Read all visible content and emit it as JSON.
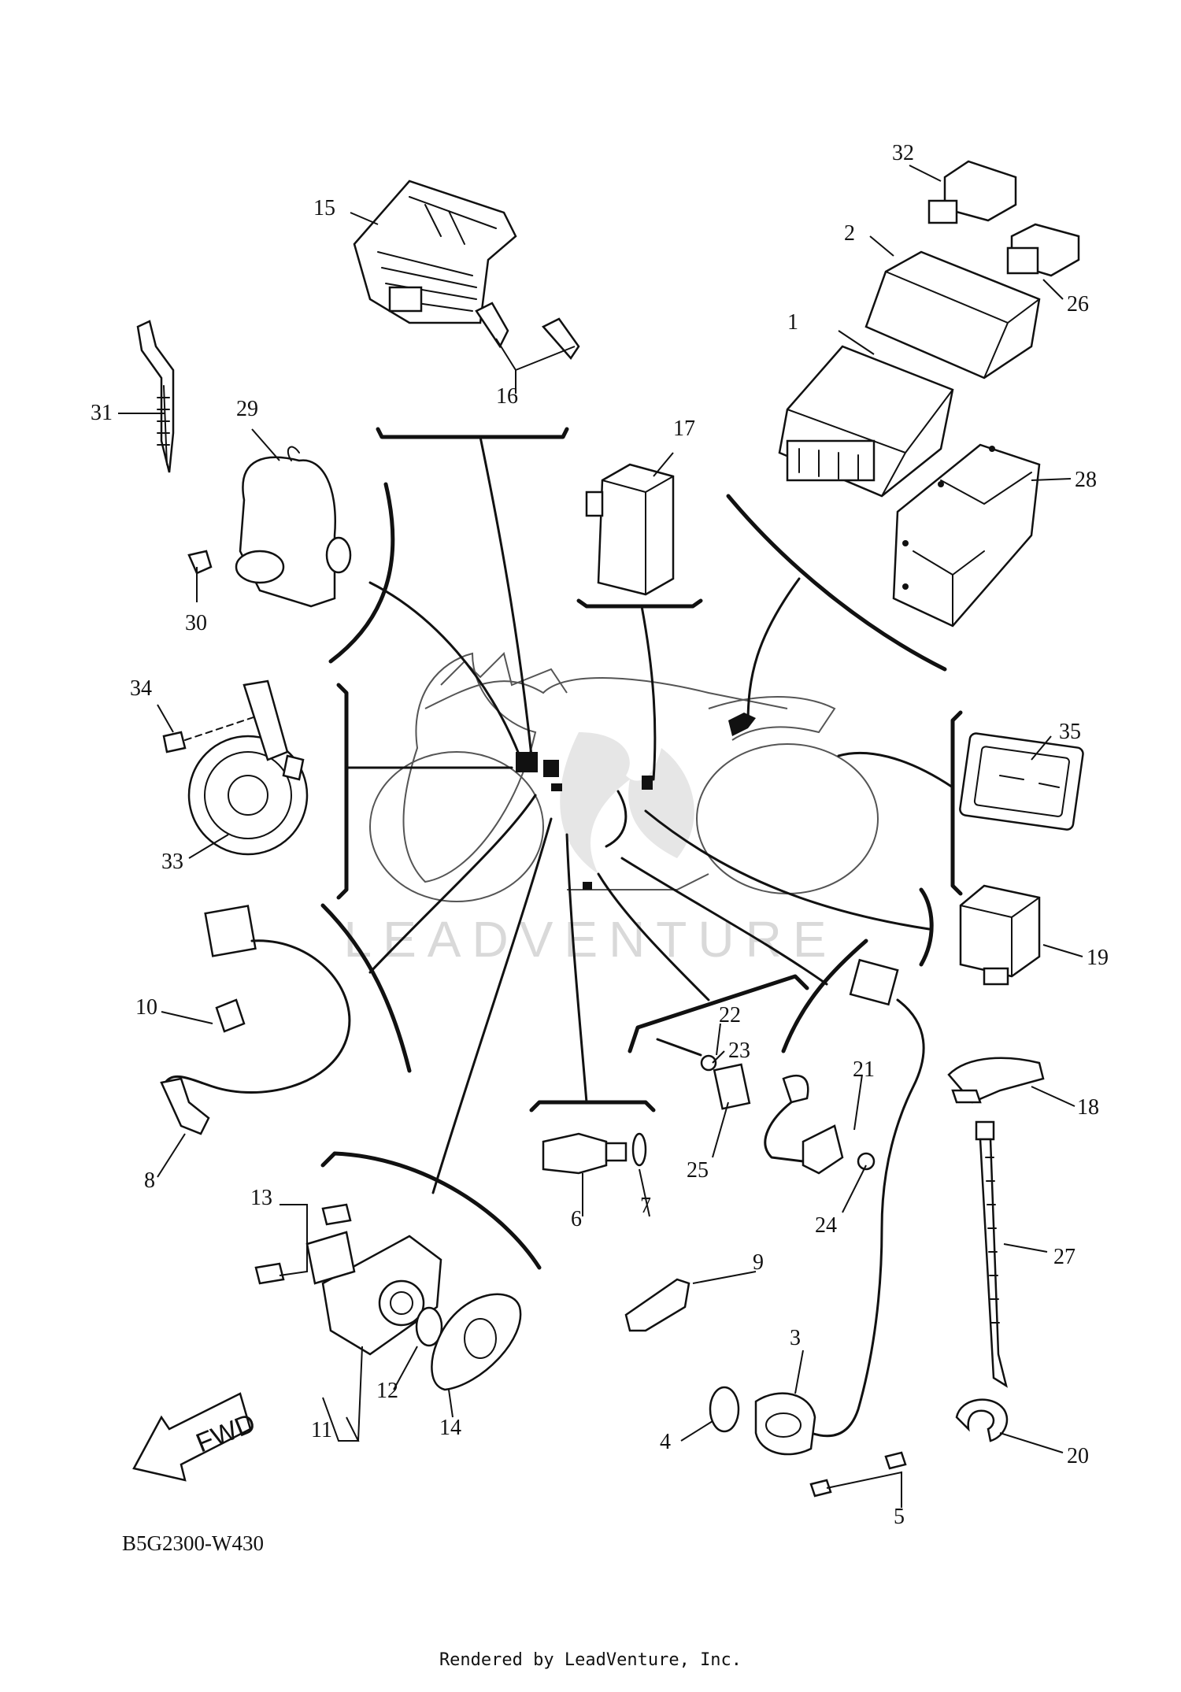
{
  "diagram": {
    "code": "B5G2300-W430",
    "footer": "Rendered by LeadVenture, Inc.",
    "watermark": "LEADVENTURE",
    "fwd_label": "FWD",
    "callouts": [
      "1",
      "2",
      "3",
      "4",
      "5",
      "6",
      "7",
      "8",
      "9",
      "10",
      "11",
      "12",
      "13",
      "14",
      "15",
      "16",
      "17",
      "18",
      "19",
      "20",
      "21",
      "22",
      "23",
      "24",
      "25",
      "26",
      "27",
      "28",
      "29",
      "30",
      "31",
      "32",
      "33",
      "34",
      "35"
    ]
  }
}
